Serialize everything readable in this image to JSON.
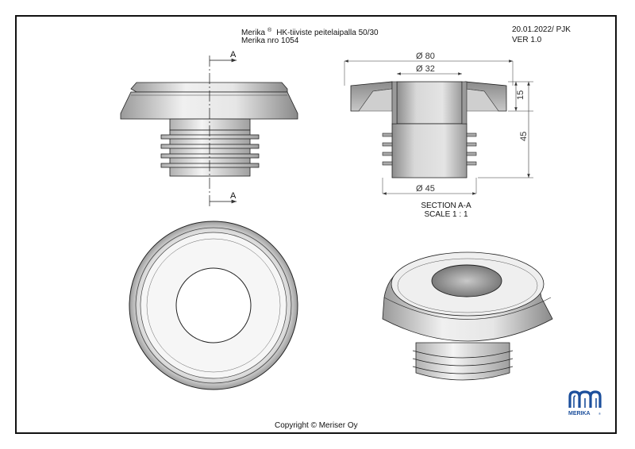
{
  "header": {
    "brand": "Merika",
    "reg_mark": "®",
    "product": "HK-tiiviste peitelaipalla 50/30",
    "product_number": "Merika nro 1054",
    "date_author": "20.01.2022/ PJK",
    "version": "VER 1.0"
  },
  "section_marks": {
    "top": "A",
    "bottom": "A"
  },
  "dimensions": {
    "outer_diameter": "Ø 80",
    "inner_diameter": "Ø 32",
    "base_diameter": "Ø 45",
    "flange_height": "15",
    "total_height": "45"
  },
  "section": {
    "name": "SECTION A-A",
    "scale": "SCALE 1 : 1"
  },
  "footer": {
    "copyright": "Copyright © Meriser Oy"
  },
  "logo": {
    "text": "MERIKA",
    "reg_mark": "®",
    "color": "#1c4f9c"
  }
}
